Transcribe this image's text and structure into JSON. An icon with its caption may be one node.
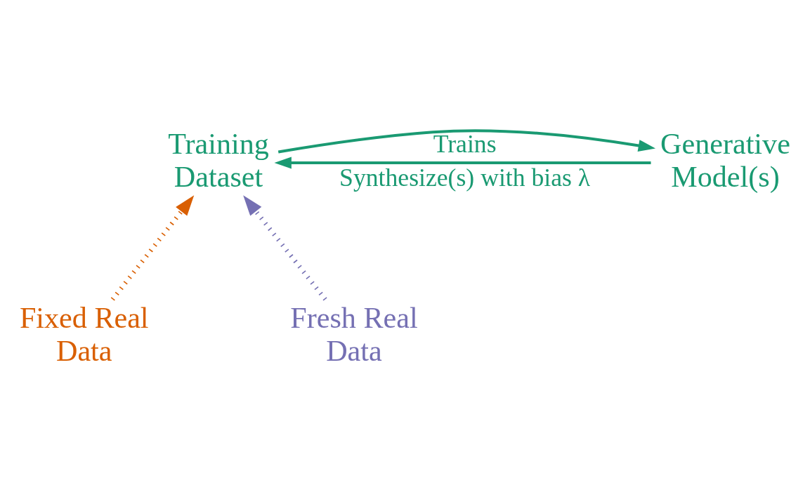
{
  "diagram": {
    "nodes": [
      {
        "text": [
          "Training Dataset"
        ]
      },
      {
        "text": [
          "Generative Model(s)"
        ]
      },
      {
        "text": [
          "Fixed Real Data"
        ]
      },
      {
        "text": [
          "Fresh Real Data"
        ]
      }
    ],
    "edges": [
      {
        "from": 0,
        "to": 1,
        "arrow": "to",
        "label": "Trains"
      },
      {
        "from": 1,
        "to": 0,
        "arrow": "to",
        "label": "Synthesize(s) with bias λ"
      },
      {
        "from": 2,
        "to": 0,
        "arrow": "to",
        "style": "dashed",
        "color": "#d95f02"
      },
      {
        "from": 3,
        "to": 0,
        "arrow": "to",
        "style": "dashed",
        "color": "#7570b3"
      }
    ]
  }
}
